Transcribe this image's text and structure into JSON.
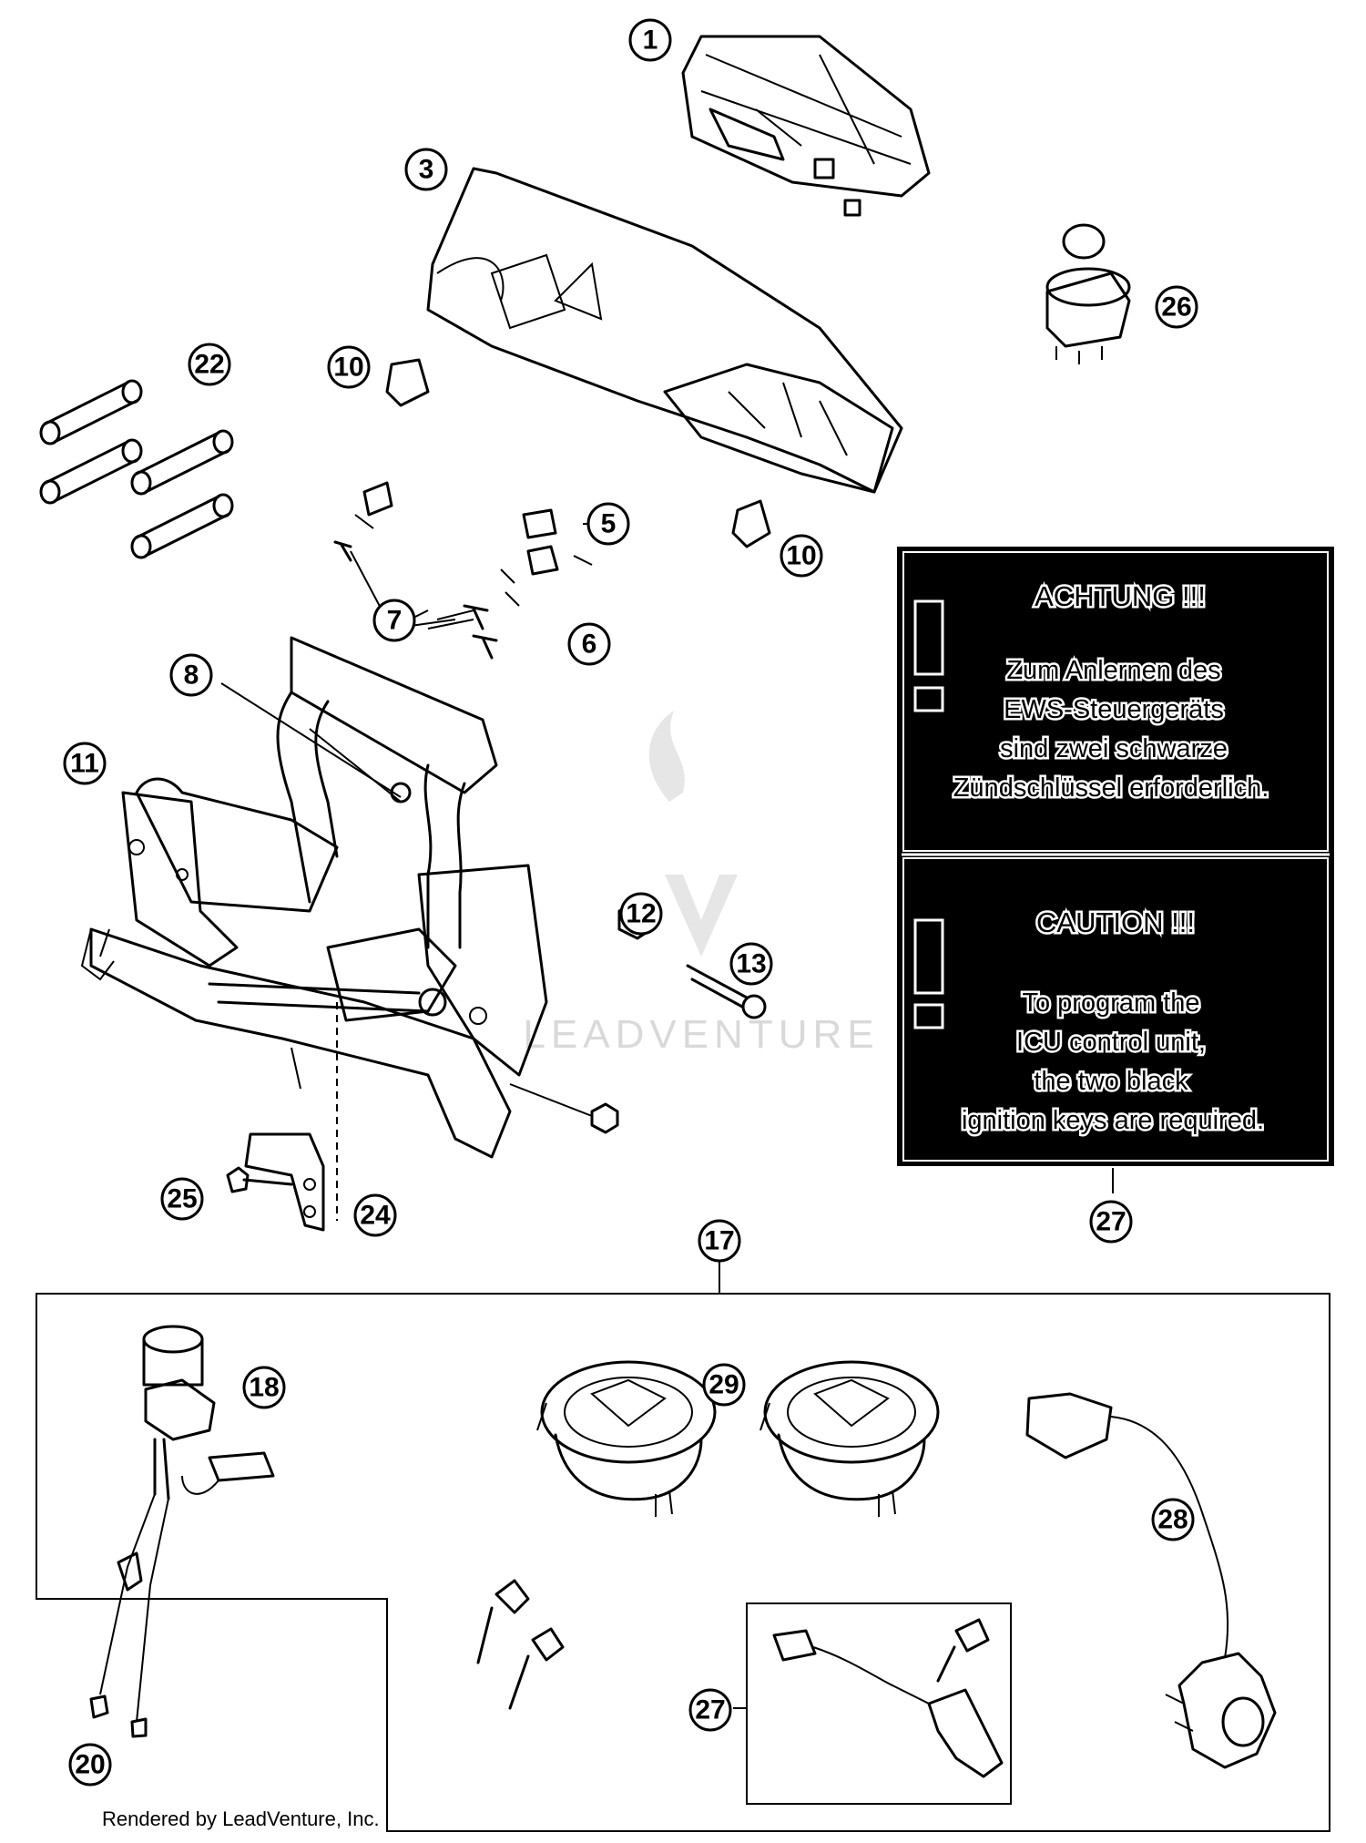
{
  "callouts": [
    "1",
    "3",
    "5",
    "6",
    "7",
    "8",
    "10",
    "11",
    "12",
    "13",
    "17",
    "18",
    "20",
    "22",
    "24",
    "25",
    "26",
    "27",
    "28",
    "29"
  ],
  "warning_de": {
    "title": "ACHTUNG !!!",
    "lines": [
      "Zum Anlernen des",
      "EWS-Steuergeräts",
      "sind zwei schwarze",
      "Zündschlüssel erforderlich."
    ]
  },
  "warning_en": {
    "title": "CAUTION !!!",
    "lines": [
      "To program the",
      "ICU control unit,",
      "the two black",
      "ignition keys are required."
    ]
  },
  "watermark": "LEADVENTURE",
  "footer": "Rendered by LeadVenture, Inc.",
  "colors": {
    "ink": "#000000",
    "paper": "#ffffff",
    "warning_bg": "#000000",
    "watermark": "#d9d9d9"
  }
}
